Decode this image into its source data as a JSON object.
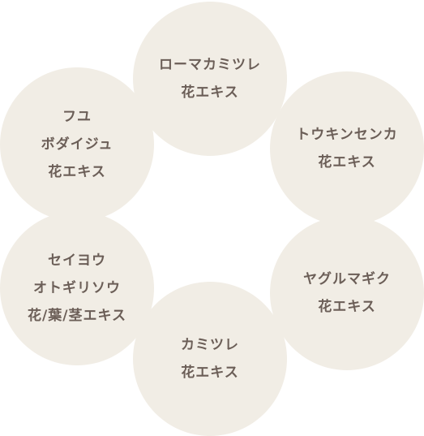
{
  "colors": {
    "circle_fill": "#f1ede5",
    "text": "#6b5e57"
  },
  "ingredients": [
    {
      "lines": [
        "ローマカミツレ",
        "花エキス"
      ]
    },
    {
      "lines": [
        "トウキンセンカ",
        "花エキス"
      ]
    },
    {
      "lines": [
        "ヤグルマギク",
        "花エキス"
      ]
    },
    {
      "lines": [
        "カミツレ",
        "花エキス"
      ]
    },
    {
      "lines": [
        "セイヨウ",
        "オトギリソウ",
        "花/葉/茎エキス"
      ]
    },
    {
      "lines": [
        "フユ",
        "ボダイジュ",
        "花エキス"
      ]
    }
  ]
}
